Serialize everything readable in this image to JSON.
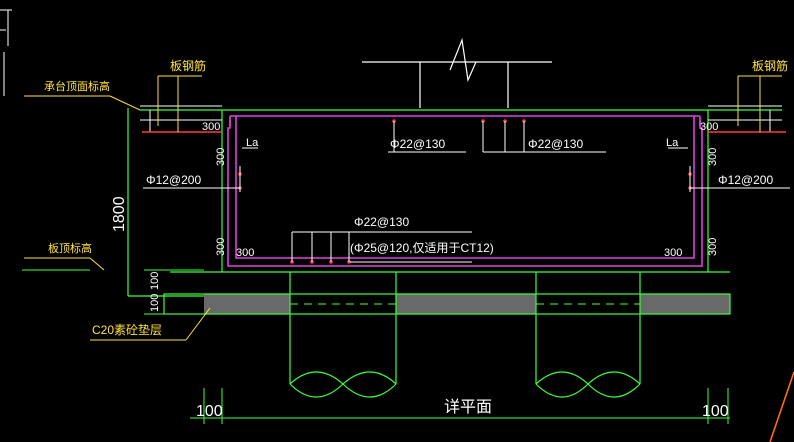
{
  "labels": {
    "bar_left": "板钢筋",
    "bar_right": "板钢筋",
    "cap_top_level": "承台顶面标高",
    "slab_top_level": "板顶标高",
    "cushion": "C20素砼垫层",
    "detail_plan": "详平面"
  },
  "dims": {
    "height_total": "1800",
    "layer_100_upper": "100",
    "layer_100_lower": "100",
    "base_left": "100",
    "base_right": "100",
    "anchor_left": "300",
    "anchor_right": "300",
    "anchor_left_bottom": "300",
    "anchor_right_bottom": "300",
    "vert_300_top_left": "300",
    "vert_300_top_right": "300",
    "vert_300_bot_left": "300",
    "vert_300_bot_right": "300",
    "la_left": "La",
    "la_right": "La"
  },
  "rebar": {
    "top_left": "Φ22@130",
    "top_right": "Φ22@130",
    "side_left": "Φ12@200",
    "side_right": "Φ12@200",
    "bottom_main": "Φ22@130",
    "bottom_note": "(Φ25@120,仅适用于CT12)"
  },
  "colors": {
    "background": "#000000",
    "concrete_outline": "#3cff3c",
    "rebar": "#e040e0",
    "text_white": "#ffffff",
    "text_yellow": "#ffe23a",
    "bar_red": "#ff3b3b",
    "hatch": "#bfbfbf",
    "accent_orange": "#ff6a1a"
  }
}
